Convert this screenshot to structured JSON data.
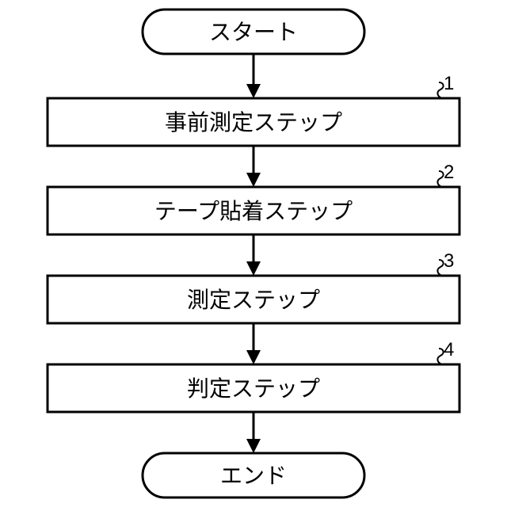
{
  "start": {
    "label": "スタート"
  },
  "end": {
    "label": "エンド"
  },
  "steps": [
    {
      "label": "事前測定ステップ",
      "ref": "1"
    },
    {
      "label": "テープ貼着ステップ",
      "ref": "2"
    },
    {
      "label": "測定ステップ",
      "ref": "3"
    },
    {
      "label": "判定ステップ",
      "ref": "4"
    }
  ]
}
